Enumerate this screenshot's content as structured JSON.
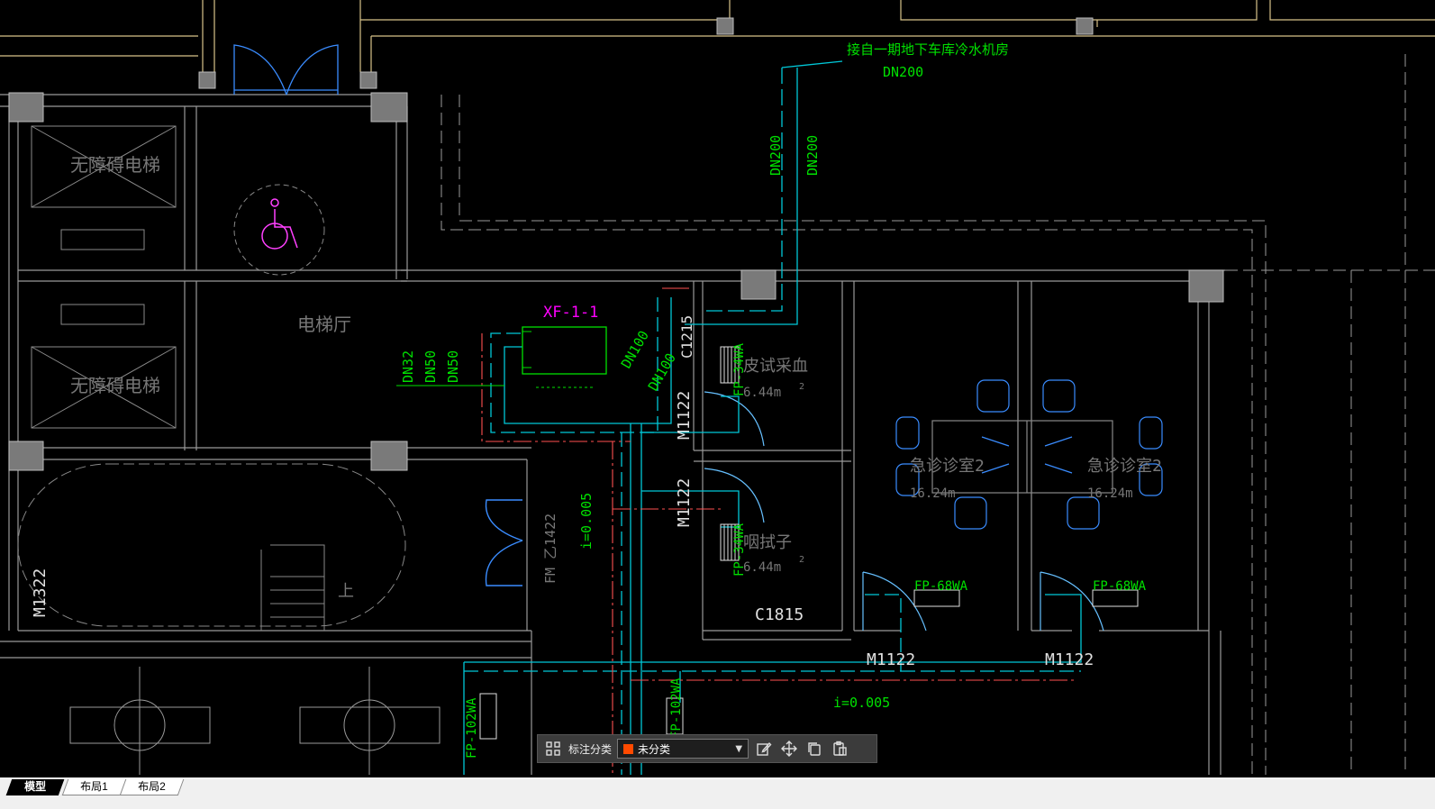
{
  "drawing": {
    "labels": {
      "pipe_source": "接自一期地下车库冷水机房",
      "dn200_top": "DN200",
      "dn200_v1": "DN200",
      "dn200_v2": "DN200",
      "elevator1": "无障碍电梯",
      "elevator2": "无障碍电梯",
      "elevator_hall": "电梯厅",
      "unit_xf": "XF-1-1",
      "dn32": "DN32",
      "dn50a": "DN50",
      "dn50b": "DN50",
      "dn100a": "DN100",
      "dn100b": "DN100",
      "c1215": "C1215",
      "m1122a": "M1122",
      "m1122b": "M1122",
      "m1122c": "M1122",
      "m1122d": "M1122",
      "m1322": "M1322",
      "fm": "FM 乙1422",
      "slope1": "i=0.005",
      "slope2": "i=0.005",
      "room_blood": "皮试采血",
      "room_blood_area": "6.44m",
      "room_swab": "咽拭子",
      "room_swab_area": "6.44m",
      "room_er1": "急诊诊室2",
      "room_er1_area": "16.24m",
      "room_er2": "急诊诊室2",
      "room_er2_area": "16.24m",
      "fp34a": "FP-34WA",
      "fp34b": "FP-34WA",
      "fp68a": "FP-68WA",
      "fp68b": "FP-68WA",
      "fp102": "FP-102WA",
      "fp_bottom": "FP-102WA",
      "c1815": "C1815",
      "stair_up": "上",
      "sup2a": "2",
      "sup2b": "2"
    }
  },
  "toolbar": {
    "category_label": "标注分类",
    "category_value": "未分类",
    "category_color": "#ff4a00"
  },
  "tabs": [
    "模型",
    "布局1",
    "布局2"
  ],
  "colors": {
    "wall": "#a0a0a0",
    "axis": "#d8c38a",
    "pipe_cyan": "#00c8d8",
    "pipe_red": "#ff5050",
    "label_green": "#00e000",
    "magenta": "#ff00ff",
    "door_blue": "#3a8cff"
  }
}
